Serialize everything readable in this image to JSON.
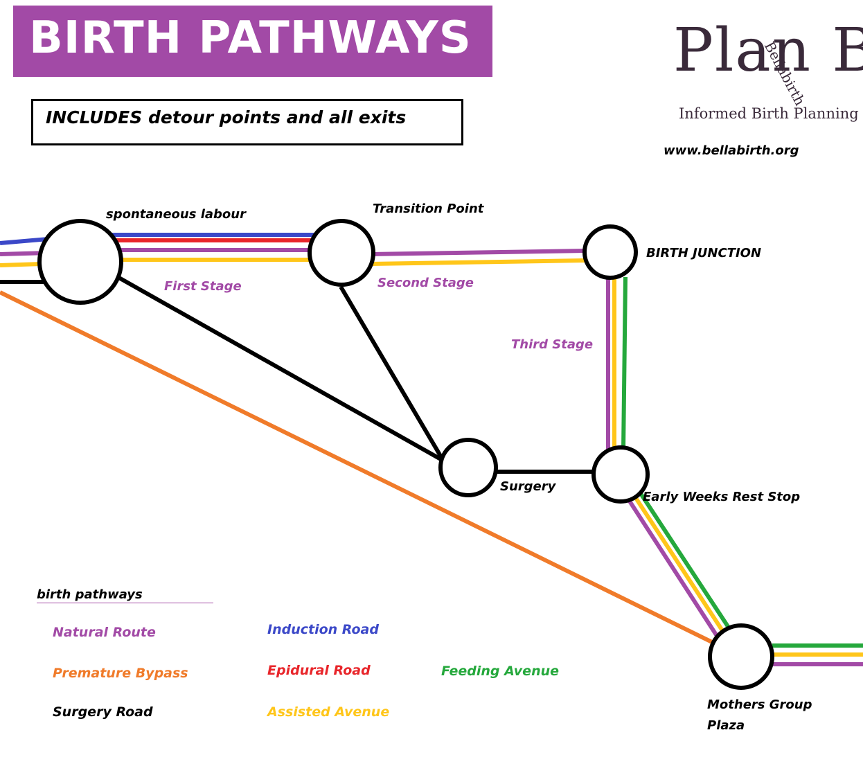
{
  "title": "BIRTH PATHWAYS",
  "note": "INCLUDES detour points and all exits",
  "logo": {
    "main": "Plan B",
    "vertical": "Bellabirth",
    "tagline": "Informed Birth Planning",
    "url": "www.bellabirth.org"
  },
  "stops": {
    "spontaneous_labour": "spontaneous labour",
    "transition_point": "Transition Point",
    "birth_junction": "BIRTH JUNCTION",
    "surgery": "Surgery",
    "early_weeks": "Early  Weeks Rest Stop",
    "mothers_group_1": "Mothers Group",
    "mothers_group_2": "Plaza"
  },
  "stages": {
    "first": "First Stage",
    "second": "Second Stage",
    "third": "Third Stage"
  },
  "legend": {
    "title": "birth pathways",
    "items": [
      {
        "label": "Natural Route",
        "color": "#a24aa6"
      },
      {
        "label": "Induction Road",
        "color": "#3b48c8"
      },
      {
        "label": "Premature Bypass",
        "color": "#f07b2a"
      },
      {
        "label": "Epidural Road",
        "color": "#e8252a"
      },
      {
        "label": "Feeding Avenue",
        "color": "#25a83c"
      },
      {
        "label": "Surgery Road",
        "color": "#000000"
      },
      {
        "label": "Assisted Avenue",
        "color": "#ffc61a"
      }
    ]
  },
  "colors": {
    "natural": "#a24aa6",
    "induction": "#3b48c8",
    "premature": "#f07b2a",
    "epidural": "#e8252a",
    "feeding": "#25a83c",
    "surgery": "#000000",
    "assisted": "#ffc61a",
    "title_banner": "#a24aa6"
  }
}
